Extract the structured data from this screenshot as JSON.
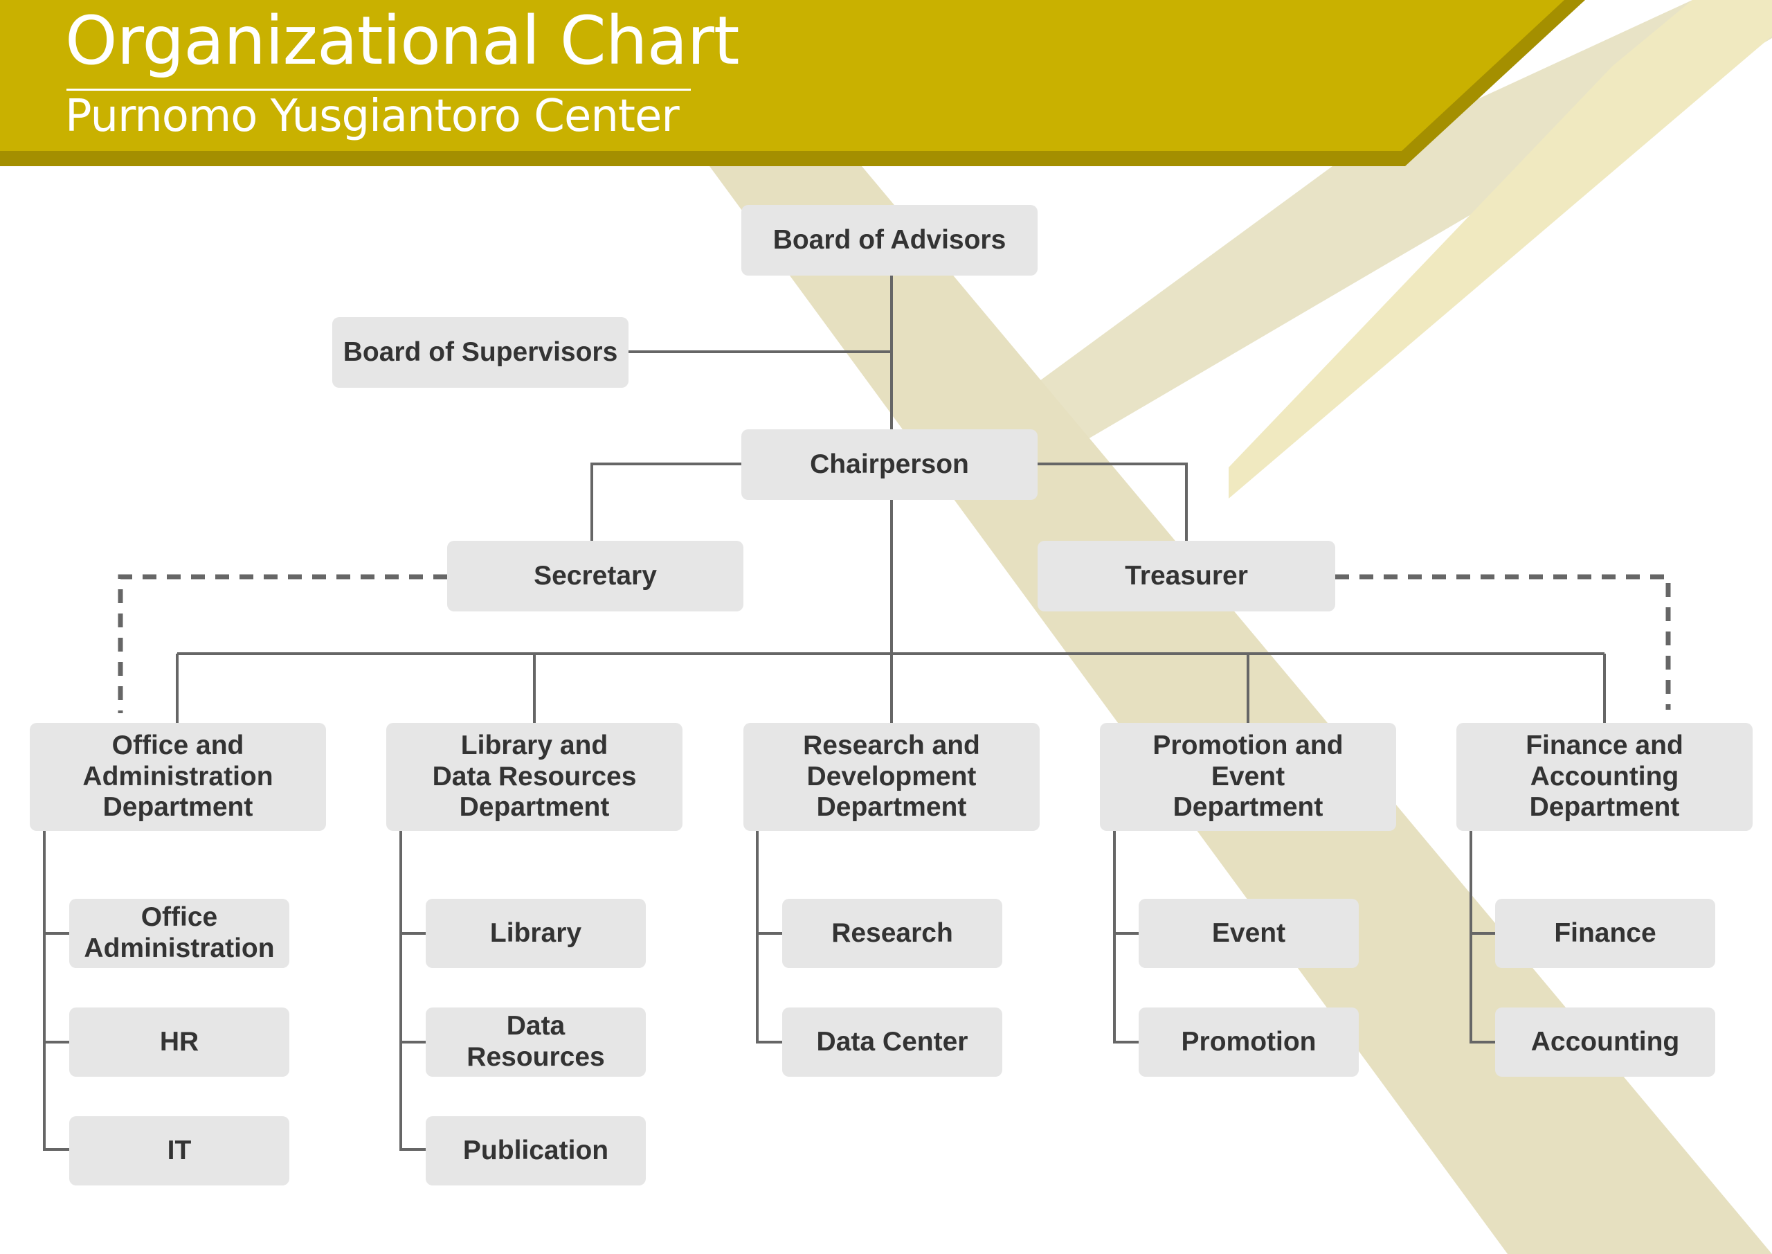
{
  "header": {
    "title": "Organizational Chart",
    "subtitle": "Purnomo Yusgiantoro Center"
  },
  "colors": {
    "banner": "#c9b100",
    "banner_shadow": "#a48f00",
    "stripe_light": "#f0e9c0",
    "stripe_khaki": "#e6e0c0",
    "node_fill": "#e6e6e6",
    "node_text": "#333333",
    "connector": "#666666"
  },
  "org": {
    "board_of_advisors": "Board of Advisors",
    "board_of_supervisors": "Board of Supervisors",
    "chairperson": "Chairperson",
    "secretary": "Secretary",
    "treasurer": "Treasurer",
    "departments": [
      {
        "name": [
          "Office and",
          "Administration",
          "Department"
        ],
        "units": [
          [
            "Office",
            "Administration"
          ],
          [
            "HR"
          ],
          [
            "IT"
          ]
        ]
      },
      {
        "name": [
          "Library and",
          "Data Resources",
          "Department"
        ],
        "units": [
          [
            "Library"
          ],
          [
            "Data",
            "Resources"
          ],
          [
            "Publication"
          ]
        ]
      },
      {
        "name": [
          "Research and",
          "Development",
          "Department"
        ],
        "units": [
          [
            "Research"
          ],
          [
            "Data Center"
          ]
        ]
      },
      {
        "name": [
          "Promotion and",
          "Event",
          "Department"
        ],
        "units": [
          [
            "Event"
          ],
          [
            "Promotion"
          ]
        ]
      },
      {
        "name": [
          "Finance and",
          "Accounting",
          "Department"
        ],
        "units": [
          [
            "Finance"
          ],
          [
            "Accounting"
          ]
        ]
      }
    ]
  }
}
